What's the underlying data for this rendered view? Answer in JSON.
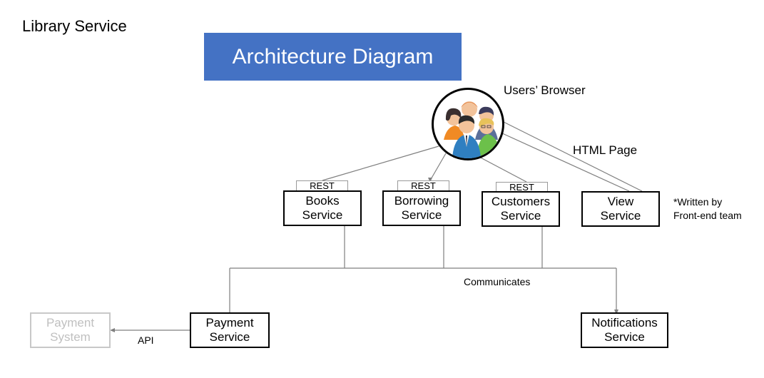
{
  "page": {
    "title": "Library Service"
  },
  "banner": {
    "title": "Architecture Diagram"
  },
  "browser": {
    "label": "Users’ Browser"
  },
  "edges": {
    "html_page": "HTML Page",
    "communicates": "Communicates",
    "api": "API"
  },
  "services": {
    "books": {
      "tag": "REST",
      "line1": "Books",
      "line2": "Service"
    },
    "borrowing": {
      "tag": "REST",
      "line1": "Borrowing",
      "line2": "Service"
    },
    "customers": {
      "tag": "REST",
      "line1": "Customers",
      "line2": "Service"
    },
    "view": {
      "line1": "View",
      "line2": "Service"
    },
    "payment": {
      "line1": "Payment",
      "line2": "Service"
    },
    "notifications": {
      "line1": "Notifications",
      "line2": "Service"
    },
    "payment_system": {
      "line1": "Payment",
      "line2": "System"
    }
  },
  "note": {
    "line1": "*Written by",
    "line2": "Front-end team"
  },
  "icons": {
    "users": "users-group-icon"
  }
}
